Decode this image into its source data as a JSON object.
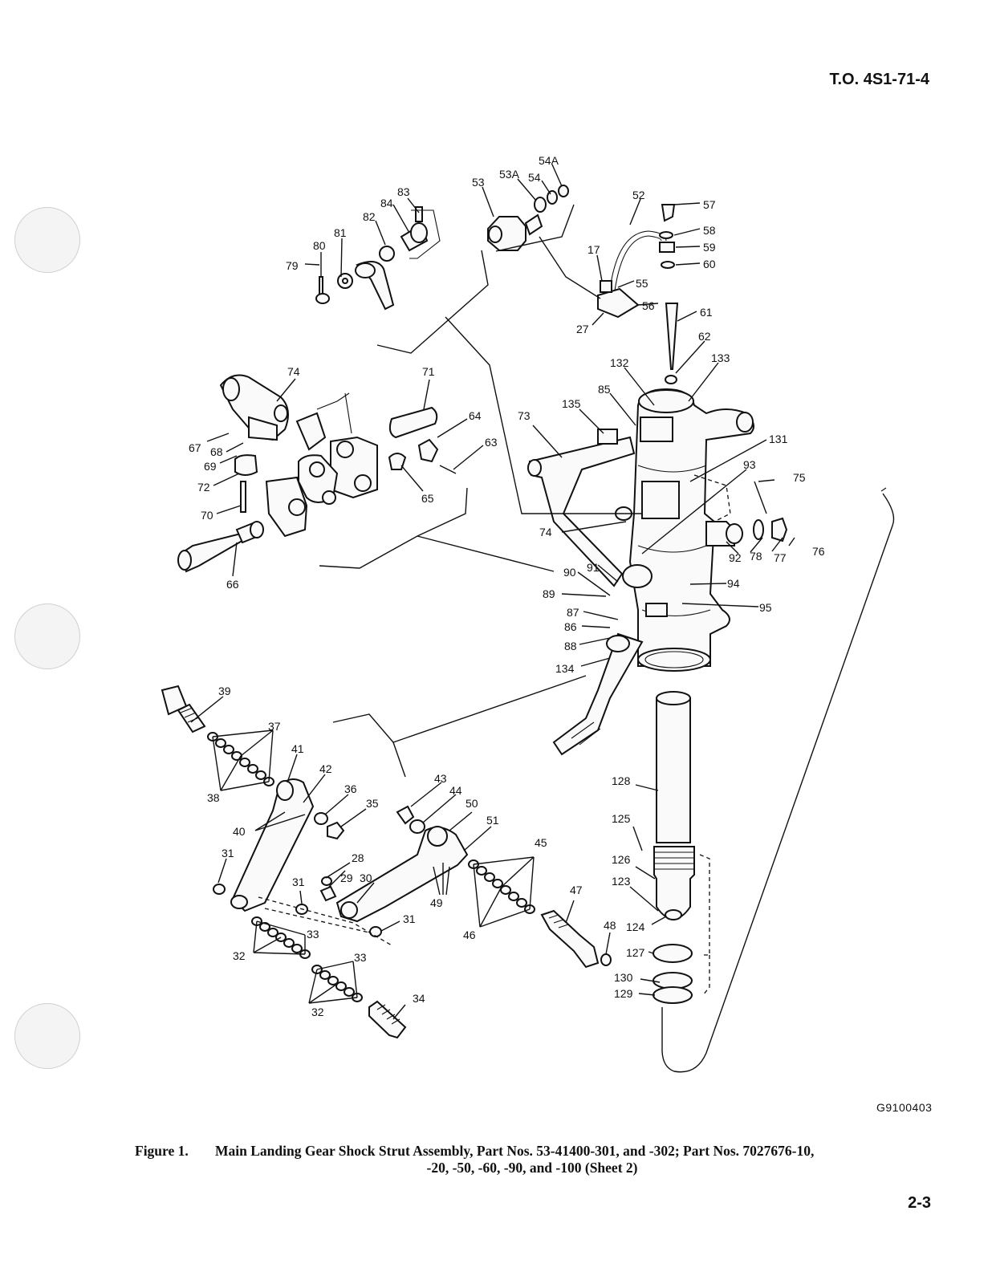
{
  "header": {
    "document_number": "T.O. 4S1-71-4"
  },
  "footer": {
    "page_number": "2-3"
  },
  "figure": {
    "drawing_id": "G9100403",
    "caption_label": "Figure 1.",
    "caption_line1": "Main Landing Gear Shock Strut Assembly, Part Nos. 53-41400-301, and -302; Part Nos. 7027676-10,",
    "caption_line2": "-20, -50, -60, -90, and -100 (Sheet 2)"
  },
  "callouts": [
    {
      "id": "54A"
    },
    {
      "id": "53A"
    },
    {
      "id": "54"
    },
    {
      "id": "53"
    },
    {
      "id": "52"
    },
    {
      "id": "57"
    },
    {
      "id": "58"
    },
    {
      "id": "59"
    },
    {
      "id": "60"
    },
    {
      "id": "17"
    },
    {
      "id": "55"
    },
    {
      "id": "56"
    },
    {
      "id": "61"
    },
    {
      "id": "27"
    },
    {
      "id": "62"
    },
    {
      "id": "132"
    },
    {
      "id": "133"
    },
    {
      "id": "83"
    },
    {
      "id": "84"
    },
    {
      "id": "82"
    },
    {
      "id": "81"
    },
    {
      "id": "80"
    },
    {
      "id": "79"
    },
    {
      "id": "74"
    },
    {
      "id": "71"
    },
    {
      "id": "64"
    },
    {
      "id": "63"
    },
    {
      "id": "67"
    },
    {
      "id": "68"
    },
    {
      "id": "69"
    },
    {
      "id": "72"
    },
    {
      "id": "70"
    },
    {
      "id": "65"
    },
    {
      "id": "66"
    },
    {
      "id": "85"
    },
    {
      "id": "135"
    },
    {
      "id": "73"
    },
    {
      "id": "131"
    },
    {
      "id": "93"
    },
    {
      "id": "75"
    },
    {
      "id": "74"
    },
    {
      "id": "92"
    },
    {
      "id": "78"
    },
    {
      "id": "77"
    },
    {
      "id": "76"
    },
    {
      "id": "90"
    },
    {
      "id": "91"
    },
    {
      "id": "89"
    },
    {
      "id": "94"
    },
    {
      "id": "95"
    },
    {
      "id": "87"
    },
    {
      "id": "86"
    },
    {
      "id": "88"
    },
    {
      "id": "134"
    },
    {
      "id": "39"
    },
    {
      "id": "37"
    },
    {
      "id": "41"
    },
    {
      "id": "42"
    },
    {
      "id": "38"
    },
    {
      "id": "36"
    },
    {
      "id": "35"
    },
    {
      "id": "40"
    },
    {
      "id": "43"
    },
    {
      "id": "44"
    },
    {
      "id": "50"
    },
    {
      "id": "51"
    },
    {
      "id": "31"
    },
    {
      "id": "28"
    },
    {
      "id": "29"
    },
    {
      "id": "30"
    },
    {
      "id": "31"
    },
    {
      "id": "49"
    },
    {
      "id": "31"
    },
    {
      "id": "45"
    },
    {
      "id": "47"
    },
    {
      "id": "46"
    },
    {
      "id": "48"
    },
    {
      "id": "33"
    },
    {
      "id": "32"
    },
    {
      "id": "33"
    },
    {
      "id": "32"
    },
    {
      "id": "34"
    },
    {
      "id": "128"
    },
    {
      "id": "125"
    },
    {
      "id": "126"
    },
    {
      "id": "123"
    },
    {
      "id": "124"
    },
    {
      "id": "127"
    },
    {
      "id": "130"
    },
    {
      "id": "129"
    }
  ]
}
